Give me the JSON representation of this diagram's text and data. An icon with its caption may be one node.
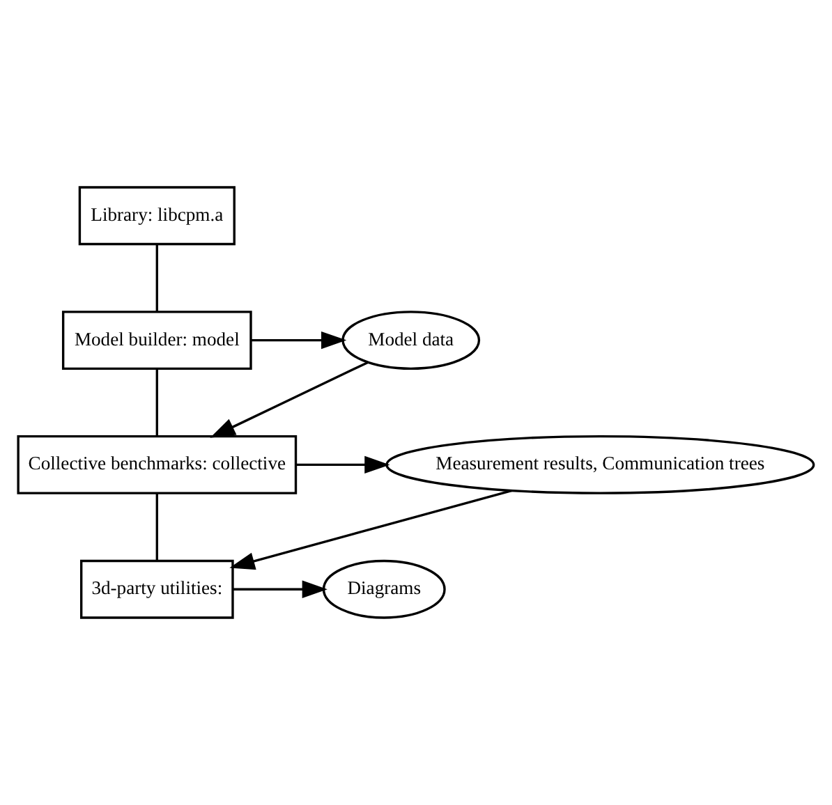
{
  "diagram": {
    "nodes": [
      {
        "text": [
          "Library: libcpm.a"
        ]
      },
      {
        "text": [
          "Model builder: model"
        ]
      },
      {
        "text": [
          "Model data"
        ]
      },
      {
        "text": [
          "Collective benchmarks: collective"
        ]
      },
      {
        "text": [
          "Measurement results, Communication trees"
        ]
      },
      {
        "text": [
          "3d-party utilities:"
        ]
      },
      {
        "text": [
          "Diagrams"
        ]
      }
    ],
    "edges": [
      {
        "from": 0,
        "to": 1,
        "arrow": "none"
      },
      {
        "from": 1,
        "to": 2,
        "arrow": "to"
      },
      {
        "from": 2,
        "to": 3,
        "arrow": "to"
      },
      {
        "from": 1,
        "to": 3,
        "arrow": "none"
      },
      {
        "from": 3,
        "to": 4,
        "arrow": "to"
      },
      {
        "from": 4,
        "to": 5,
        "arrow": "to"
      },
      {
        "from": 3,
        "to": 5,
        "arrow": "none"
      },
      {
        "from": 5,
        "to": 6,
        "arrow": "to"
      }
    ]
  }
}
